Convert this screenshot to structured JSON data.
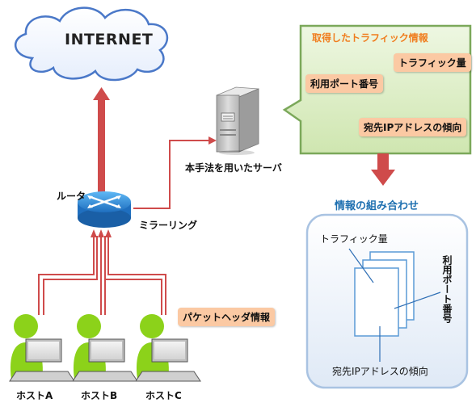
{
  "internet": {
    "label": "INTERNET"
  },
  "router": {
    "label": "ルータ"
  },
  "mirroring": {
    "label": "ミラーリング"
  },
  "server": {
    "label": "本手法を用いたサーバ"
  },
  "packet_header": {
    "label": "パケットヘッダ情報"
  },
  "hosts": [
    {
      "label": "ホストA"
    },
    {
      "label": "ホストB"
    },
    {
      "label": "ホストC"
    }
  ],
  "callout": {
    "title": "取得したトラフィック情報",
    "items": [
      "トラフィック量",
      "利用ポート番号",
      "宛先IPアドレスの傾向"
    ]
  },
  "combo": {
    "title": "情報の組み合わせ",
    "labels": {
      "traffic": "トラフィック量",
      "port": "利用ポート番号",
      "dest": "宛先IPアドレスの傾向"
    }
  },
  "colors": {
    "arrow": "#cf4b4b",
    "callout_fill": "#d9ecbf",
    "callout_border": "#7ba85a",
    "tag_fill": "#fbc9a3",
    "combo_fill": "#eef3fb",
    "combo_border": "#9fbcdc",
    "person_green": "#8cd21a",
    "router_blue": "#2f8fd8"
  }
}
